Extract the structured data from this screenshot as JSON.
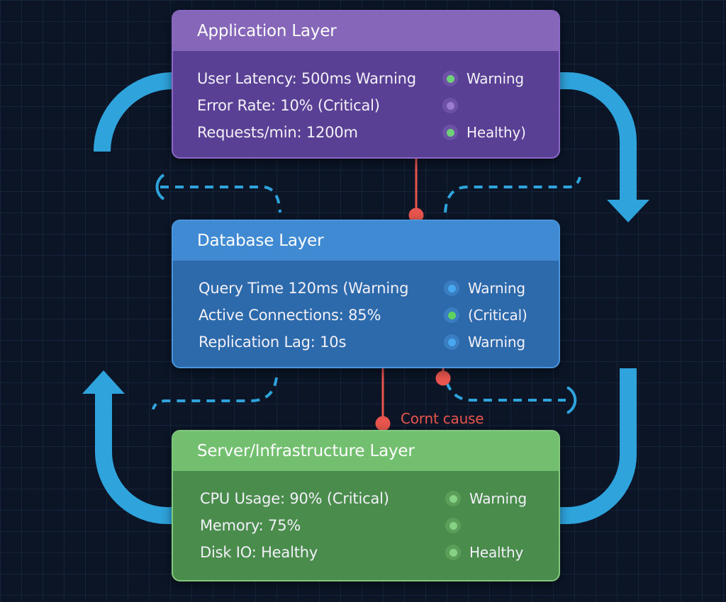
{
  "diagram": {
    "title": "Layered system health dependency diagram",
    "colors": {
      "background": "#0b1526",
      "flow_arrow": "#2ea3dc",
      "root_cause_line": "#e8554e",
      "application": "#5a4094",
      "database": "#2d6aab",
      "server": "#4a8c4c"
    },
    "layers": [
      {
        "id": "application",
        "title": "Application Layer",
        "metrics": [
          {
            "label": "User Latency: 500ms Warning",
            "status": "Warning",
            "dot_color": "#6fd07a",
            "ring_color": "#6c51a6"
          },
          {
            "label": "Error Rate: 10% (Critical)",
            "status": "",
            "dot_color": "#9a7bd0",
            "ring_color": "#6c51a6"
          },
          {
            "label": "Requests/min: 1200m",
            "status": "Healthy)",
            "dot_color": "#6fd07a",
            "ring_color": "#6c51a6"
          }
        ]
      },
      {
        "id": "database",
        "title": "Database Layer",
        "metrics": [
          {
            "label": "Query Time 120ms (Warning",
            "status": "Warning",
            "dot_color": "#47a8f0",
            "ring_color": "#3a7dc0"
          },
          {
            "label": "Active Connections: 85%",
            "status": "(Critical)",
            "dot_color": "#5fd35f",
            "ring_color": "#3a7dc0"
          },
          {
            "label": "Replication Lag: 10s",
            "status": "Warning",
            "dot_color": "#47a8f0",
            "ring_color": "#3a7dc0"
          }
        ]
      },
      {
        "id": "server",
        "title": "Server/Infrastructure Layer",
        "metrics": [
          {
            "label": "CPU Usage: 90% (Critical)",
            "status": "Warning",
            "dot_color": "#86d284",
            "ring_color": "#5a9e5a"
          },
          {
            "label": "Memory: 75%",
            "status": "",
            "dot_color": "#86d284",
            "ring_color": "#5a9e5a"
          },
          {
            "label": "Disk IO: Healthy",
            "status": "Healthy",
            "dot_color": "#86d284",
            "ring_color": "#5a9e5a"
          }
        ]
      }
    ],
    "root_cause_label": "Cornt cause"
  }
}
